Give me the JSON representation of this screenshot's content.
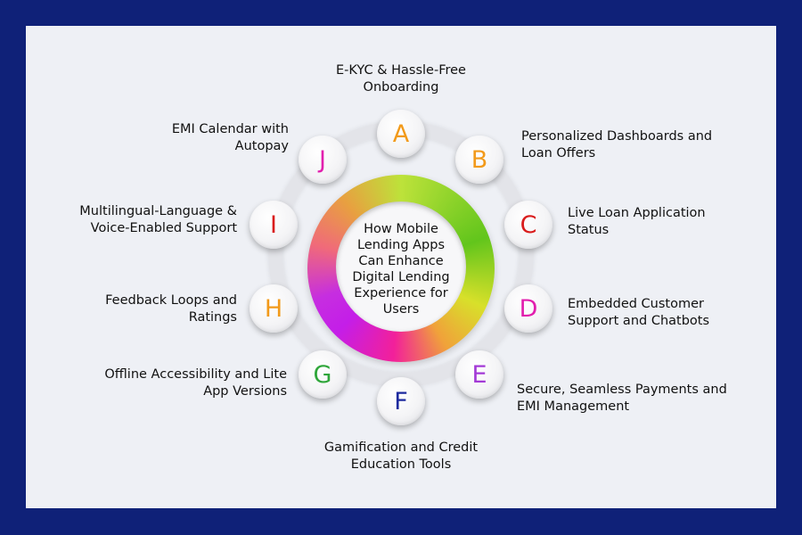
{
  "center_title": "How Mobile Lending Apps Can Enhance Digital Lending Experience for Users",
  "items": [
    {
      "letter": "A",
      "color": "#f29a1a",
      "line1": "E-KYC & Hassle-Free",
      "line2": "Onboarding"
    },
    {
      "letter": "B",
      "color": "#f29a1a",
      "line1": "Personalized Dashboards and",
      "line2": "Loan Offers"
    },
    {
      "letter": "C",
      "color": "#d91c1c",
      "line1": "Live Loan Application",
      "line2": "Status"
    },
    {
      "letter": "D",
      "color": "#e21fae",
      "line1": "Embedded Customer",
      "line2": "Support and Chatbots"
    },
    {
      "letter": "E",
      "color": "#a33ad6",
      "line1": "Secure, Seamless Payments and",
      "line2": "EMI Management"
    },
    {
      "letter": "F",
      "color": "#1d2a9e",
      "line1": "Gamification and Credit",
      "line2": "Education Tools"
    },
    {
      "letter": "G",
      "color": "#2fa63a",
      "line1": "Offline Accessibility and Lite",
      "line2": "App Versions"
    },
    {
      "letter": "H",
      "color": "#f29a1a",
      "line1": "Feedback Loops and",
      "line2": "Ratings"
    },
    {
      "letter": "I",
      "color": "#d91c1c",
      "line1": "Multilingual-Language &",
      "line2": "Voice-Enabled Support"
    },
    {
      "letter": "J",
      "color": "#e21fae",
      "line1": "EMI Calendar with",
      "line2": "Autopay"
    }
  ]
}
